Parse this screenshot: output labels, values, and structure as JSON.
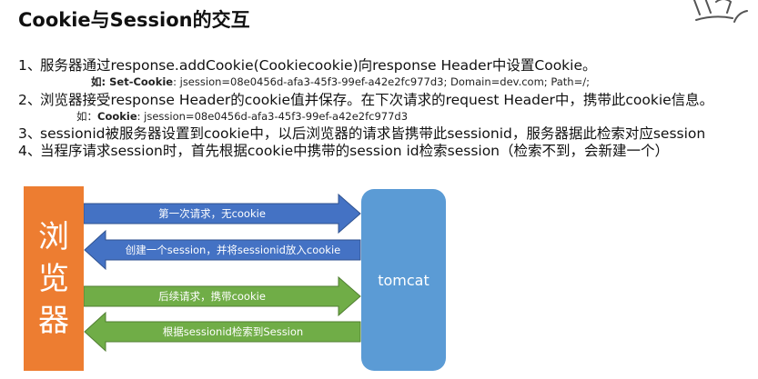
{
  "title": "Cookie与Session的交互",
  "items": [
    {
      "num": "1、",
      "text": "服务器通过response.addCookie(Cookiecookie)向response Header中设置Cookie。"
    },
    {
      "num": "2、",
      "text": "浏览器接受response Header的cookie值并保存。在下次请求的request Header中，携带此cookie信息。"
    },
    {
      "num": "3、",
      "text": "sessionid被服务器设置到cookie中，以后浏览器的请求皆携带此sessionid，服务器据此检索对应session"
    },
    {
      "num": "4、",
      "text": "当程序请求session时，首先根据cookie中携带的session id检索session（检索不到，会新建一个）"
    }
  ],
  "examples": [
    {
      "prefix": "如: ",
      "key": "Set-Cookie",
      "rest": ": jsession=08e0456d-afa3-45f3-99ef-a42e2fc977d3; Domain=dev.com; Path=/;"
    },
    {
      "prefix": "如：",
      "key": "Cookie",
      "rest": ": jsession=08e0456d-afa3-45f3-99ef-a42e2fc977d3"
    }
  ],
  "diagram": {
    "browser_chars": [
      "浏",
      "览",
      "器"
    ],
    "server": "tomcat",
    "arrows": [
      {
        "label": "第一次请求，无cookie",
        "direction": "right",
        "color": "#4472c4"
      },
      {
        "label": "创建一个session，并将sessionid放入cookie",
        "direction": "left",
        "color": "#4472c4"
      },
      {
        "label": "后续请求，携带cookie",
        "direction": "right",
        "color": "#70ad47"
      },
      {
        "label": "根据sessionid检索到Session",
        "direction": "left",
        "color": "#70ad47"
      }
    ]
  }
}
